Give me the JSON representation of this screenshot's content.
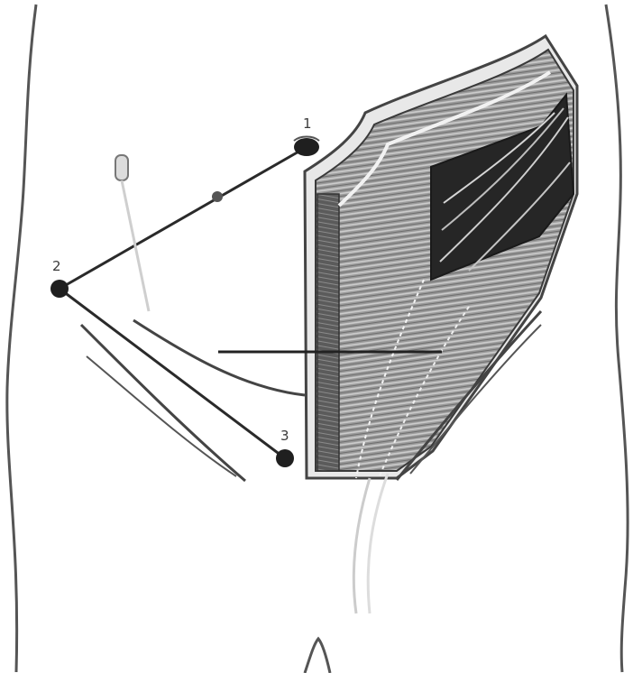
{
  "labels": {
    "port_upper": "1",
    "port_left": "2",
    "port_lower": "3"
  },
  "colors": {
    "background": "#ffffff",
    "outline": "#555555",
    "muscle_dark": "#2f2f2f",
    "muscle_mid": "#7a7a7a",
    "line": "#2a2a2a"
  }
}
